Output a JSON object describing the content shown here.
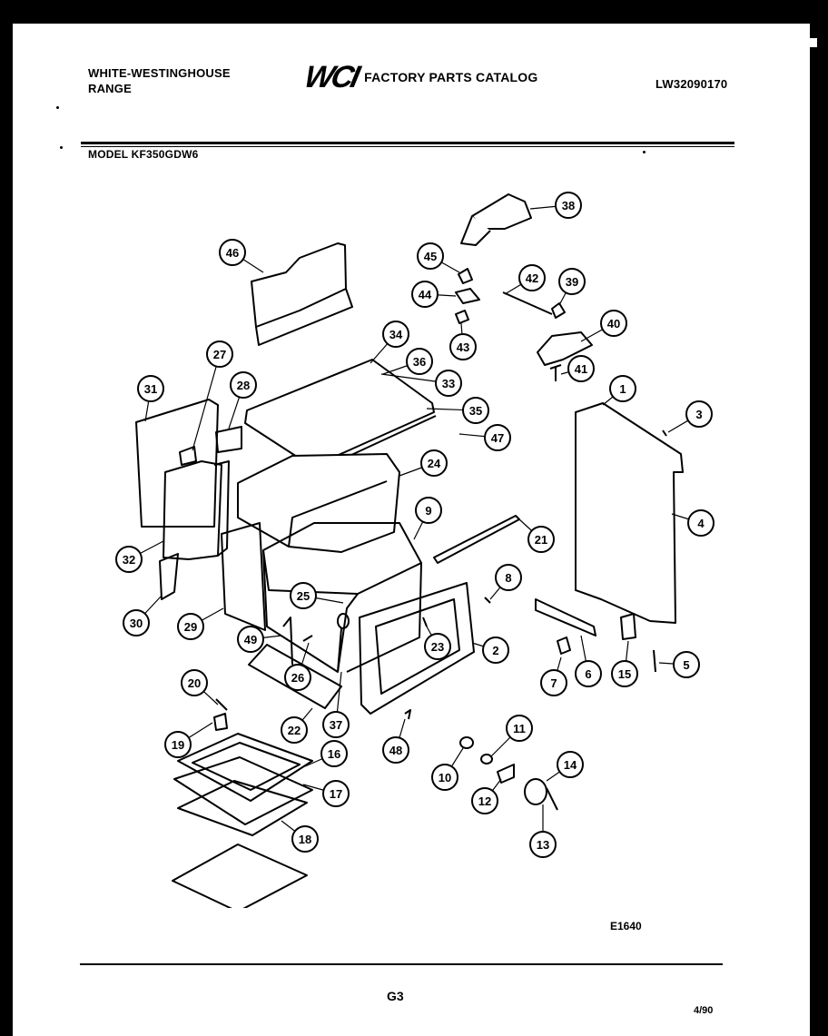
{
  "header": {
    "brand_line1": "WHITE-WESTINGHOUSE",
    "brand_line2": "RANGE",
    "logo_text": "WCI",
    "catalog_title": "FACTORY PARTS CATALOG",
    "document_number": "LW32090170",
    "model": "MODEL KF350GDW6"
  },
  "callouts": [
    "1",
    "2",
    "3",
    "4",
    "5",
    "6",
    "7",
    "8",
    "9",
    "10",
    "11",
    "12",
    "13",
    "14",
    "15",
    "16",
    "17",
    "18",
    "19",
    "20",
    "21",
    "22",
    "23",
    "24",
    "25",
    "26",
    "27",
    "28",
    "29",
    "30",
    "31",
    "32",
    "33",
    "34",
    "35",
    "36",
    "37",
    "38",
    "39",
    "40",
    "41",
    "42",
    "43",
    "44",
    "45",
    "46",
    "47",
    "48",
    "49"
  ],
  "footer": {
    "drawing_code": "E1640",
    "page": "G3",
    "date": "4/90"
  }
}
